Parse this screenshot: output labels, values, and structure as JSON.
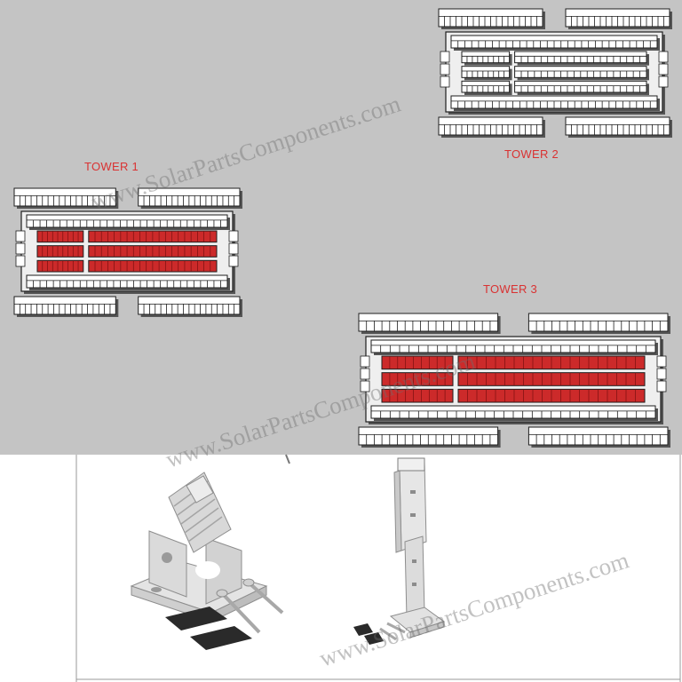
{
  "towers": [
    {
      "label": "TOWER 1"
    },
    {
      "label": "TOWER 2"
    },
    {
      "label": "TOWER 3"
    }
  ],
  "watermark": {
    "text": "www.SolarPartsComponents.com"
  },
  "colors": {
    "plan_background": "#c4c4c4",
    "panel_red": "#cc2a2a",
    "label_red": "#d93232",
    "outline": "#1e1e1e",
    "cell_white": "#ffffff",
    "lower_background": "#ffffff"
  }
}
